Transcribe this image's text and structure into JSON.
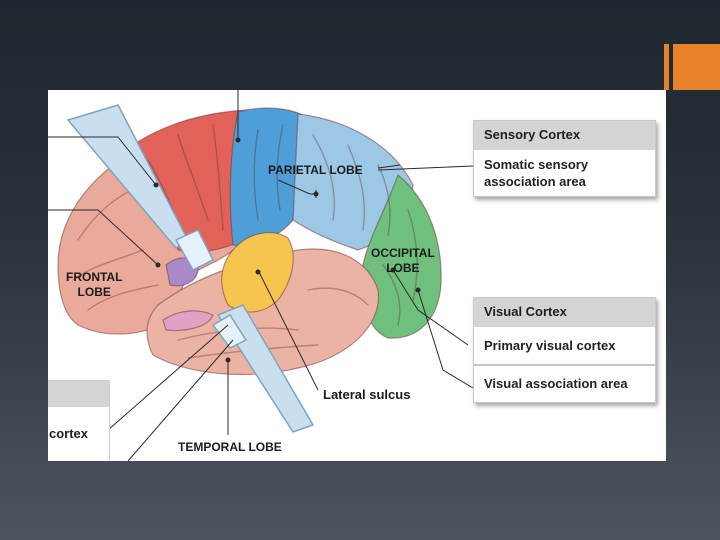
{
  "slide": {
    "accent_color": "#e8822a",
    "background_top": "#1f262d",
    "background_bottom": "#4c565f"
  },
  "labels": {
    "parietal_lobe": "PARIETAL LOBE",
    "frontal_lobe_line1": "FRONTAL",
    "frontal_lobe_line2": "LOBE",
    "occipital_lobe_line1": "OCCIPITAL",
    "occipital_lobe_line2": "LOBE",
    "lateral_sulcus": "Lateral sulcus",
    "temporal_lobe": "TEMPORAL LOBE"
  },
  "boxes": {
    "sensory_cortex": {
      "title": "Sensory Cortex",
      "row1_line1": "Somatic sensory",
      "row1_line2": "association area"
    },
    "visual_cortex": {
      "title": "Visual Cortex",
      "row1": "Primary visual cortex",
      "row2": "Visual association area"
    },
    "partial_left_box": {
      "row1": "cortex"
    }
  },
  "region_colors": {
    "frontal": "#e9a99b",
    "motor": "#e2625a",
    "parietal_primary": "#4e9fd8",
    "parietal_association": "#9cc8e6",
    "occipital": "#6fbf7d",
    "temporal": "#eab3a4",
    "auditory": "#f6c54f",
    "insula_purple": "#a98ac8",
    "insula_pink": "#e3a0c6"
  }
}
